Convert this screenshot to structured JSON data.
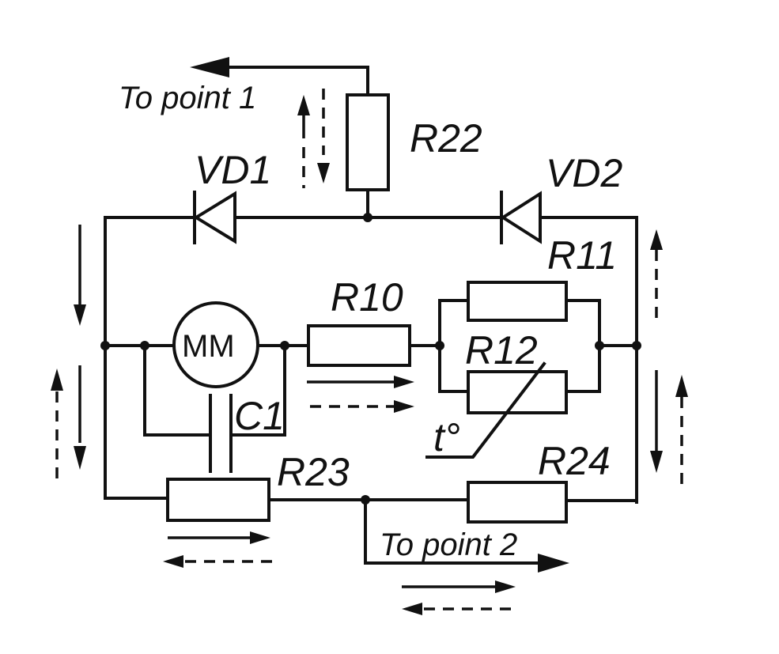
{
  "labels": {
    "r22": "R22",
    "vd1": "VD1",
    "vd2": "VD2",
    "r10": "R10",
    "r11": "R11",
    "r12": "R12",
    "r23": "R23",
    "r24": "R24",
    "c1": "C1",
    "motor": "MM",
    "temp": "t°",
    "point1": "To point 1",
    "point2": "To point 2"
  }
}
